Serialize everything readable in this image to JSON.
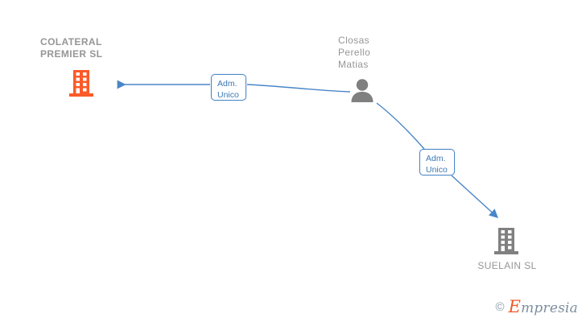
{
  "diagram": {
    "title": "Corporate relationship diagram",
    "colors": {
      "company_highlight": "#fc5a28",
      "company_default": "#808080",
      "person": "#808080",
      "edge": "#4a86c8",
      "label_text": "#969696",
      "relation_text": "#3c78b4"
    },
    "nodes": [
      {
        "id": "colateral-premier",
        "type": "company",
        "label": "COLATERAL\nPREMIER  SL",
        "icon": "building-icon",
        "color": "#fc5a28",
        "highlighted": true
      },
      {
        "id": "person-closas",
        "type": "person",
        "label": "Closas\nPerello\nMatias",
        "icon": "person-icon",
        "color": "#808080",
        "highlighted": false
      },
      {
        "id": "suelain",
        "type": "company",
        "label": "SUELAIN SL",
        "icon": "building-icon",
        "color": "#808080",
        "highlighted": false
      }
    ],
    "edges": [
      {
        "id": "edge-1",
        "from": "person-closas",
        "to": "colateral-premier",
        "relation": "Adm.\nUnico",
        "direction": "left"
      },
      {
        "id": "edge-2",
        "from": "person-closas",
        "to": "suelain",
        "relation": "Adm.\nUnico",
        "direction": "down-right"
      }
    ]
  },
  "watermark": {
    "copyright": "©",
    "brand_cap": "E",
    "brand_rest": "mpresia"
  }
}
